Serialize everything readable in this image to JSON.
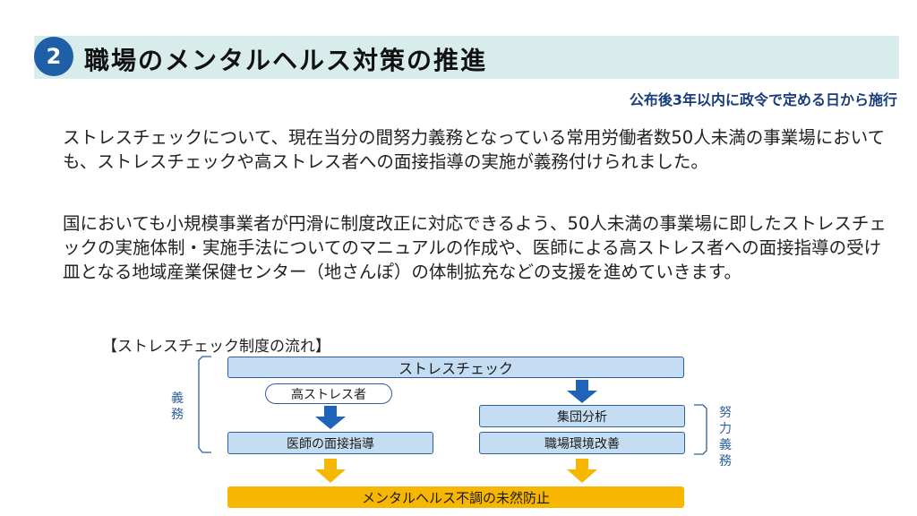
{
  "section": {
    "number": "2",
    "title": "職場のメンタルヘルス対策の推進"
  },
  "deadline": "公布後3年以内に政令で定める日から施行",
  "paragraphs": [
    "ストレスチェックについて、現在当分の間努力義務となっている常用労働者数50人未満の事業場においても、ストレスチェックや高ストレス者への面接指導の実施が義務付けられました。",
    "国においても小規模事業者が円滑に制度改正に対応できるよう、50人未満の事業場に即したストレスチェックの実施体制・実施手法についてのマニュアルの作成や、医師による高ストレス者への面接指導の受け皿となる地域産業保健センター（地さんぽ）の体制拡充などの支援を進めていきます。"
  ],
  "flow": {
    "heading": "【ストレスチェック制度の流れ】",
    "stress_check": "ストレスチェック",
    "high_stress": "高ストレス者",
    "doctor_interview": "医師の面接指導",
    "group_analysis": "集団分析",
    "workplace_improvement": "職場環境改善",
    "prevention": "メンタルヘルス不調の未然防止",
    "label_duty": "義務",
    "label_effort_duty": "努力義務",
    "colors": {
      "box_fill": "#c5ddf3",
      "box_border": "#2f5f9e",
      "blue_arrow": "#1f64b8",
      "yellow_arrow": "#f7b700",
      "badge": "#1f5fa8",
      "title_band": "#d9ecec"
    }
  }
}
